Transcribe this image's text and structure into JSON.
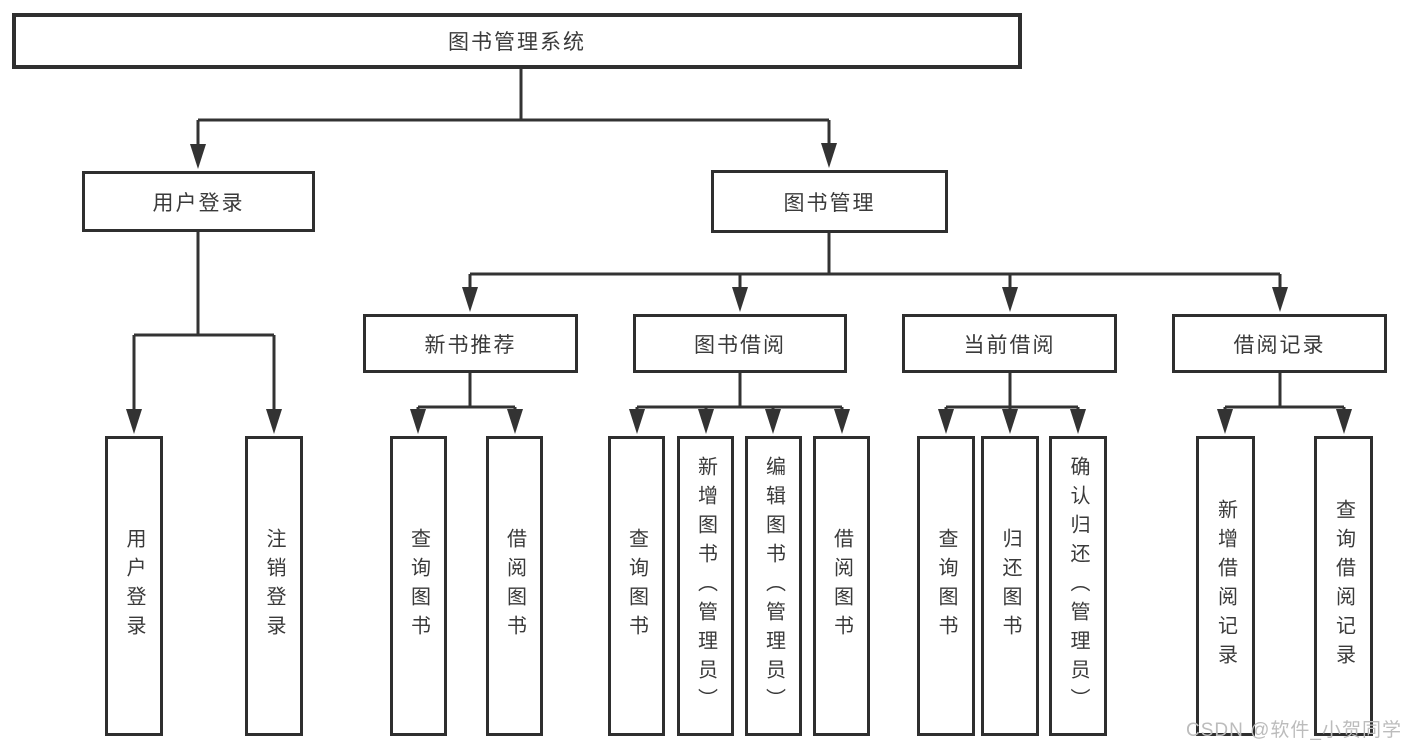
{
  "diagram": {
    "title": "图书管理系统",
    "nodes": [
      {
        "id": "root",
        "label": "图书管理系统",
        "level": "root",
        "orientation": "horizontal"
      },
      {
        "id": "user-login-branch",
        "label": "用户登录",
        "level": "branch",
        "orientation": "horizontal"
      },
      {
        "id": "book-management",
        "label": "图书管理",
        "level": "branch",
        "orientation": "horizontal"
      },
      {
        "id": "login",
        "label": "用户登录",
        "level": "leaf",
        "orientation": "vertical"
      },
      {
        "id": "logout",
        "label": "注销登录",
        "level": "leaf",
        "orientation": "vertical"
      },
      {
        "id": "new-book-recommend",
        "label": "新书推荐",
        "level": "branch",
        "orientation": "horizontal"
      },
      {
        "id": "book-borrow",
        "label": "图书借阅",
        "level": "branch",
        "orientation": "horizontal"
      },
      {
        "id": "current-borrow",
        "label": "当前借阅",
        "level": "branch",
        "orientation": "horizontal"
      },
      {
        "id": "borrow-records",
        "label": "借阅记录",
        "level": "branch",
        "orientation": "horizontal"
      },
      {
        "id": "nbr-query-books",
        "label": "查询图书",
        "level": "leaf",
        "orientation": "vertical"
      },
      {
        "id": "nbr-borrow-books",
        "label": "借阅图书",
        "level": "leaf",
        "orientation": "vertical"
      },
      {
        "id": "bb-query-books",
        "label": "查询图书",
        "level": "leaf",
        "orientation": "vertical"
      },
      {
        "id": "bb-add-books",
        "label": "新增图书（管理员）",
        "level": "leaf",
        "orientation": "vertical"
      },
      {
        "id": "bb-edit-books",
        "label": "编辑图书（管理员）",
        "level": "leaf",
        "orientation": "vertical"
      },
      {
        "id": "bb-borrow-books",
        "label": "借阅图书",
        "level": "leaf",
        "orientation": "vertical"
      },
      {
        "id": "cb-query-books",
        "label": "查询图书",
        "level": "leaf",
        "orientation": "vertical"
      },
      {
        "id": "cb-return-books",
        "label": "归还图书",
        "level": "leaf",
        "orientation": "vertical"
      },
      {
        "id": "cb-confirm-return",
        "label": "确认归还（管理员）",
        "level": "leaf",
        "orientation": "vertical"
      },
      {
        "id": "br-add-record",
        "label": "新增借阅记录",
        "level": "leaf",
        "orientation": "vertical"
      },
      {
        "id": "br-query-record",
        "label": "查询借阅记录",
        "level": "leaf",
        "orientation": "vertical"
      }
    ],
    "colors": {
      "line": "#333333",
      "box_border": "#2f2f2f",
      "text": "#3a3a3a",
      "background": "#ffffff",
      "watermark": "#bcbcbc"
    }
  },
  "watermark": "CSDN @软件_小贺同学"
}
